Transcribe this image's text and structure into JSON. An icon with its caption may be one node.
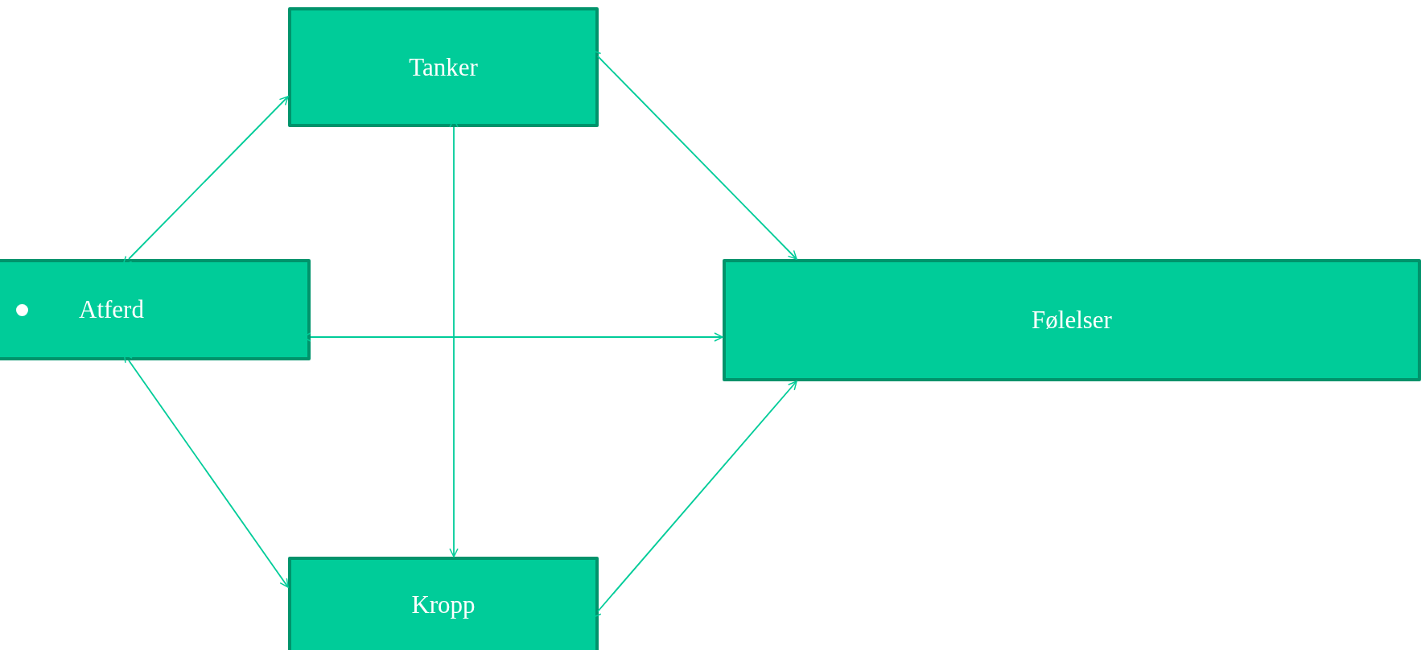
{
  "diagram": {
    "nodes": [
      {
        "text": [
          "Tanker"
        ]
      },
      {
        "text": [
          "Atferd"
        ]
      },
      {
        "text": [
          "Følelser"
        ]
      },
      {
        "text": [
          "Kropp"
        ]
      }
    ],
    "edges": [
      {
        "from": 1,
        "to": 0,
        "arrow": "both"
      },
      {
        "from": 0,
        "to": 2,
        "arrow": "both"
      },
      {
        "from": 1,
        "to": 3,
        "arrow": "both"
      },
      {
        "from": 3,
        "to": 2,
        "arrow": "both"
      },
      {
        "from": 0,
        "to": 3,
        "arrow": "both"
      },
      {
        "from": 1,
        "to": 2,
        "arrow": "both"
      }
    ]
  }
}
